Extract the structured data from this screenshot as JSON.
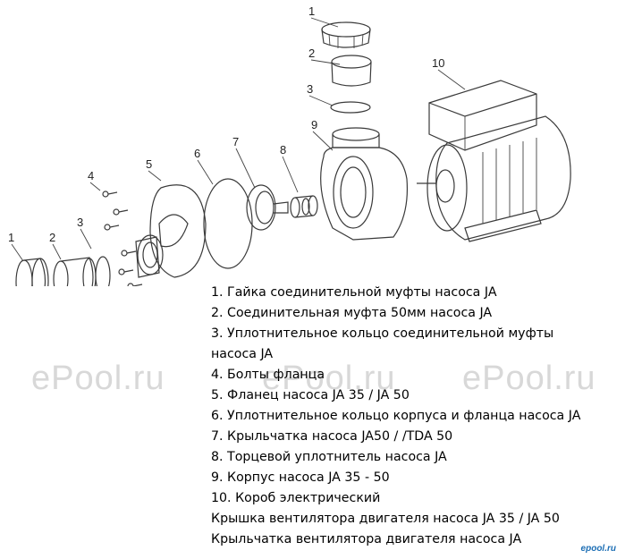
{
  "callouts": {
    "c1_top": "1",
    "c2_top": "2",
    "c3_top": "3",
    "c9": "9",
    "c10": "10",
    "c7": "7",
    "c8": "8",
    "c6": "6",
    "c5": "5",
    "c4": "4",
    "c1_left": "1",
    "c2_left": "2",
    "c3_left": "3"
  },
  "legend": [
    "1. Гайка соединительной муфты насоса JA",
    "2. Соединительная муфта 50мм насоса JA",
    "3. Уплотнительное кольцо соединительной муфты\nнасоса JA",
    "4. Болты фланца",
    "5. Фланец насоса JA 35 / JA 50",
    "6. Уплотнительное кольцо корпуса и фланца насоса JA",
    "7. Крыльчатка насоса JA50 / /TDA 50",
    "8. Торцевой уплотнитель насоса JA",
    "9. Корпус насоса JA 35 - 50",
    "10. Короб электрический",
    "Крышка вентилятора двигателя насоса JA 35 / JA 50",
    "Крыльчатка вентилятора двигателя насоса JA"
  ],
  "watermark": "ePool.ru",
  "logo": "epool.ru",
  "colors": {
    "logo": "#1e6fb5",
    "watermark": "#d8d8d8",
    "line": "#3a3a3a"
  }
}
